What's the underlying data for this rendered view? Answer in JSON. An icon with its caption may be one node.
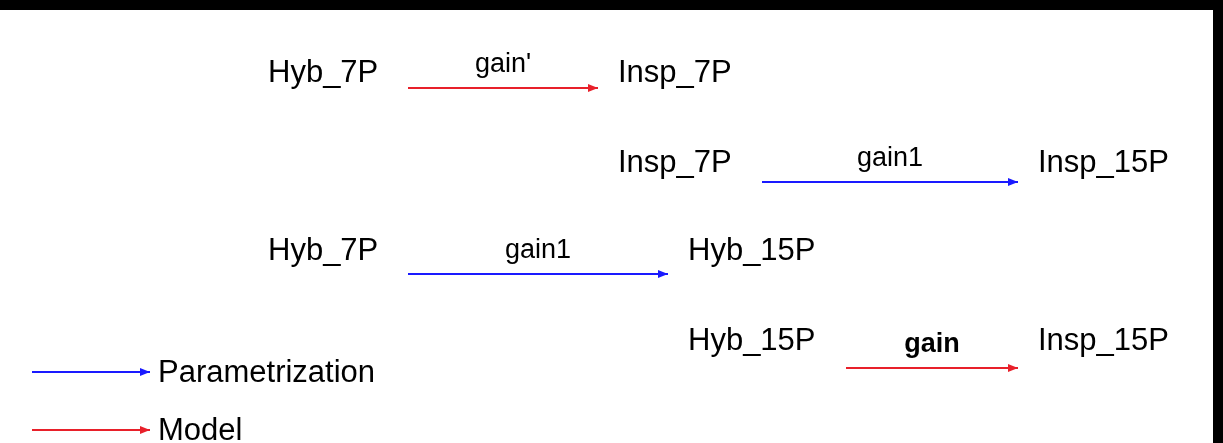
{
  "diagram": {
    "nodes": [
      {
        "text": [
          "Hyb_7P"
        ]
      },
      {
        "text": [
          "Insp_7P"
        ]
      },
      {
        "text": [
          "Insp_7P"
        ]
      },
      {
        "text": [
          "Insp_15P"
        ]
      },
      {
        "text": [
          "Hyb_7P"
        ]
      },
      {
        "text": [
          "Hyb_15P"
        ]
      },
      {
        "text": [
          "Hyb_15P"
        ]
      },
      {
        "text": [
          "Insp_15P"
        ]
      }
    ],
    "edges": [
      {
        "from": 0,
        "to": 1,
        "arrow": "to",
        "label": "gain'",
        "color": "#e8202a"
      },
      {
        "from": 2,
        "to": 3,
        "arrow": "to",
        "label": "gain1",
        "color": "#1a1aff"
      },
      {
        "from": 4,
        "to": 5,
        "arrow": "to",
        "label": "gain1",
        "color": "#1a1aff"
      },
      {
        "from": 6,
        "to": 7,
        "arrow": "to",
        "label": "gain",
        "color": "#e8202a"
      }
    ],
    "legend": [
      {
        "text": "Parametrization"
      },
      {
        "text": "Model"
      }
    ]
  }
}
